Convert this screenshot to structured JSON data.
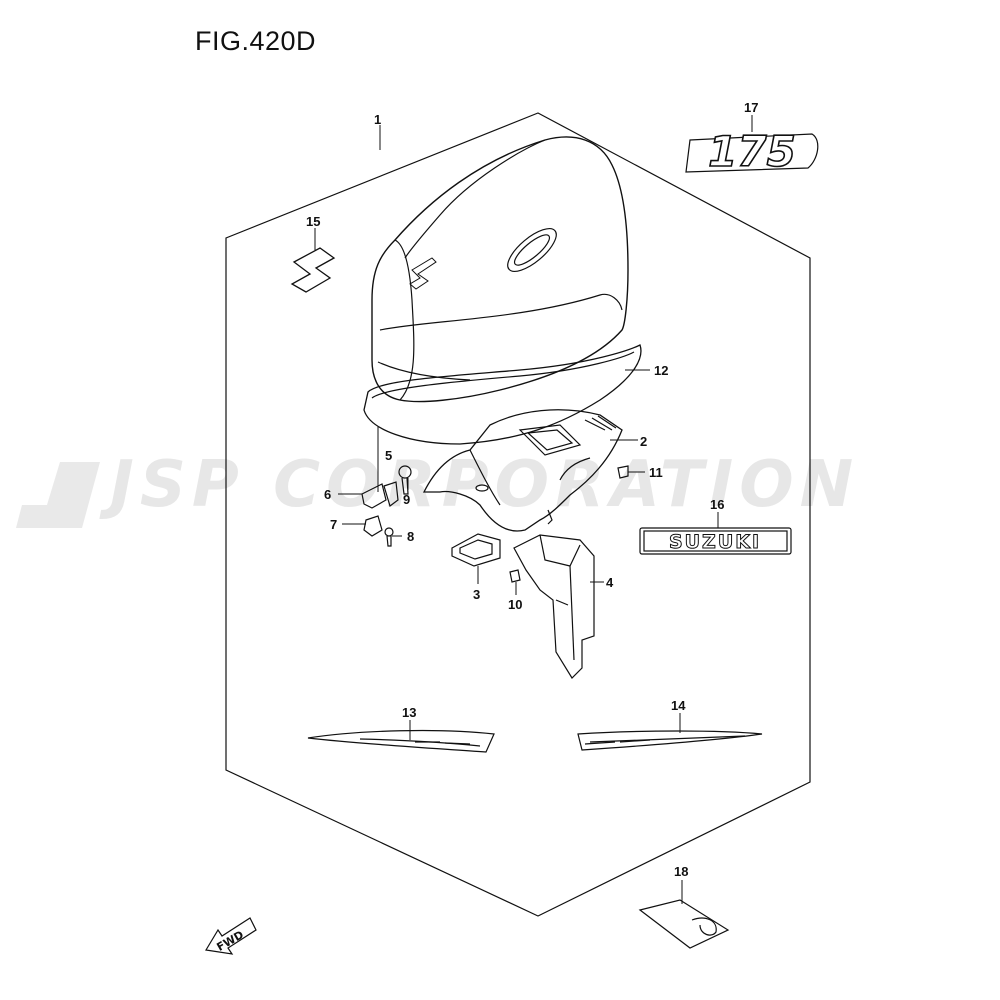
{
  "figure": {
    "title": "FIG.420D"
  },
  "watermark": {
    "text": "JSP CORPORATION"
  },
  "badges": {
    "model": "175",
    "brand": "SUZUKI"
  },
  "direction": {
    "label": "FWD"
  },
  "callouts": [
    {
      "id": "1",
      "label": "1"
    },
    {
      "id": "2",
      "label": "2"
    },
    {
      "id": "3",
      "label": "3"
    },
    {
      "id": "4",
      "label": "4"
    },
    {
      "id": "5",
      "label": "5"
    },
    {
      "id": "6",
      "label": "6"
    },
    {
      "id": "7",
      "label": "7"
    },
    {
      "id": "8",
      "label": "8"
    },
    {
      "id": "9",
      "label": "9"
    },
    {
      "id": "10",
      "label": "10"
    },
    {
      "id": "11",
      "label": "11"
    },
    {
      "id": "12",
      "label": "12"
    },
    {
      "id": "13",
      "label": "13"
    },
    {
      "id": "14",
      "label": "14"
    },
    {
      "id": "15",
      "label": "15"
    },
    {
      "id": "16",
      "label": "16"
    },
    {
      "id": "17",
      "label": "17"
    },
    {
      "id": "18",
      "label": "18"
    }
  ],
  "colors": {
    "line": "#111111",
    "watermark": "#e7e7e7",
    "background": "#ffffff"
  }
}
